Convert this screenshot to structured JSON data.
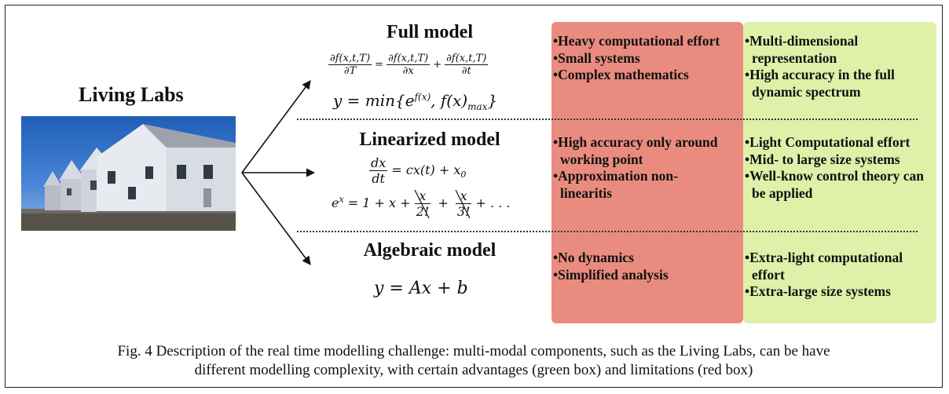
{
  "living_labs_title": "Living Labs",
  "models": [
    {
      "title": "Full model"
    },
    {
      "title": "Linearized model"
    },
    {
      "title": "Algebraic model"
    }
  ],
  "equations": {
    "full_1_lhs_num": "∂f(x,t,T)",
    "full_1_lhs_den": "∂T",
    "full_1_eq": "=",
    "full_1_r1_num": "∂f(x,t,T)",
    "full_1_r1_den": "∂x",
    "full_1_plus": "+",
    "full_1_r2_num": "∂f(x,t,T)",
    "full_1_r2_den": "∂t",
    "full_2": "y = min{e",
    "full_2_sup": "f(x)",
    "full_2_mid": ", f(x)",
    "full_2_sub": "max",
    "full_2_end": "}",
    "lin_1_num": "dx",
    "lin_1_den": "dt",
    "lin_1_rhs": "= cx(t) + x",
    "lin_1_sub": "0",
    "lin_2_base": "e",
    "lin_2_sup": "x",
    "lin_2_rhs": "= 1 + x +",
    "lin_2_f1_num": "x",
    "lin_2_f1_den": "2!",
    "lin_2_plus": "+",
    "lin_2_f2_num": "x",
    "lin_2_f2_den": "3!",
    "lin_2_end": "+ . . .",
    "alg": "y = Ax + b"
  },
  "limitations": [
    [
      "Heavy computational effort",
      "Small systems",
      "Complex mathematics"
    ],
    [
      "High accuracy only around working point",
      "Approximation non-linearitis"
    ],
    [
      "No dynamics",
      "Simplified analysis"
    ]
  ],
  "advantages": [
    [
      "Multi-dimensional representation",
      "High accuracy in the full dynamic spectrum"
    ],
    [
      "Light Computational effort",
      "Mid- to large size systems",
      "Well-know control theory can be applied"
    ],
    [
      "Extra-light computational effort",
      "Extra-large size systems"
    ]
  ],
  "caption_line1": "Fig. 4 Description of the real time modelling challenge: multi-modal components, such as the Living Labs, can be have",
  "caption_line2": "different modelling complexity, with certain advantages (green box) and limitations (red box)",
  "colors": {
    "limitations_box": "#e98c7f",
    "advantages_box": "#dff0a9"
  }
}
